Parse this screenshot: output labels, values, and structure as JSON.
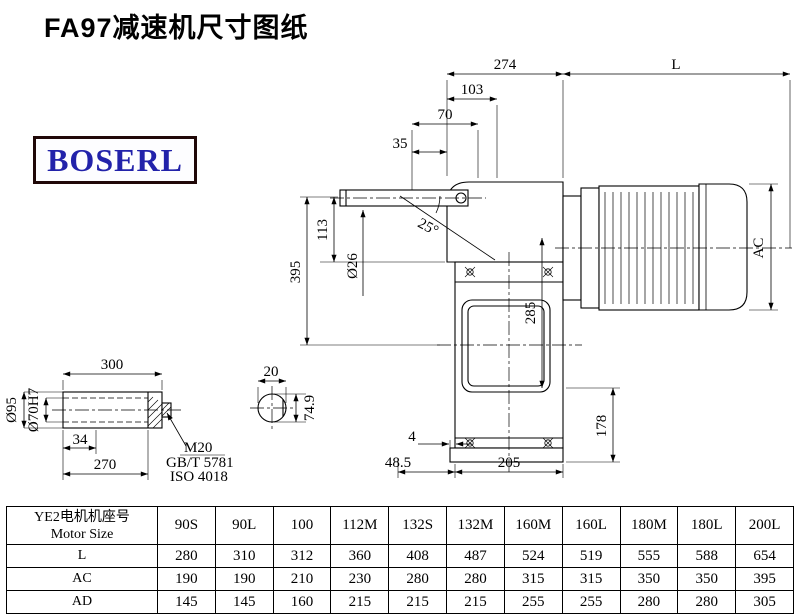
{
  "page": {
    "title": "FA97减速机尺寸图纸"
  },
  "logo": {
    "text": "BOSERL"
  },
  "colors": {
    "logo_text": "#2222aa",
    "logo_border": "#200808",
    "line": "#000000"
  },
  "drawing": {
    "dims": {
      "d274": "274",
      "L": "L",
      "d103": "103",
      "d70": "70",
      "d35": "35",
      "angle": "25°",
      "dia26": "Ø26",
      "d113": "113",
      "d395": "395",
      "d285": "285",
      "AC": "AC",
      "d178": "178",
      "d4": "4",
      "d48_5": "48.5",
      "d205": "205",
      "d300": "300",
      "d20": "20",
      "d34": "34",
      "d270": "270",
      "dia95": "Ø95",
      "dia70h7": "Ø70H7",
      "m20": "M20",
      "gbt": "GB/T 5781",
      "iso": "ISO 4018",
      "d74_9": "74.9"
    }
  },
  "table": {
    "header_cn": "YE2电机机座号",
    "header_en": "Motor Size",
    "columns": [
      "90S",
      "90L",
      "100",
      "112M",
      "132S",
      "132M",
      "160M",
      "160L",
      "180M",
      "180L",
      "200L"
    ],
    "rows": [
      {
        "label": "L",
        "values": [
          "280",
          "310",
          "312",
          "360",
          "408",
          "487",
          "524",
          "519",
          "555",
          "588",
          "654"
        ]
      },
      {
        "label": "AC",
        "values": [
          "190",
          "190",
          "210",
          "230",
          "280",
          "280",
          "315",
          "315",
          "350",
          "350",
          "395"
        ]
      },
      {
        "label": "AD",
        "values": [
          "145",
          "145",
          "160",
          "215",
          "215",
          "215",
          "255",
          "255",
          "280",
          "280",
          "305"
        ]
      }
    ]
  }
}
